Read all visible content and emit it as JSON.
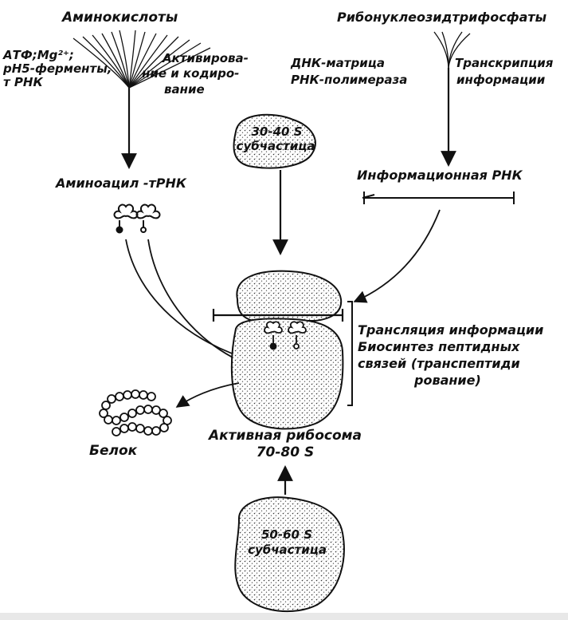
{
  "colors": {
    "ink": "#111111",
    "background": "#ffffff"
  },
  "labels": {
    "amino_acids": "Аминокислоты",
    "ribonucleoside_triphosphates": "Рибонуклеозидтрифосфаты",
    "atp_mg_line1": "АТФ;Mg²⁺;",
    "atp_mg_line2": "pH5-ферменты,",
    "atp_mg_line3": "т РНК",
    "activation_line1": "Активирова-",
    "activation_line2": "ние и кодиро-",
    "activation_line3": "вание",
    "dna_template": "ДНК-матрица",
    "rna_polymerase": "РНК-полимераза",
    "transcription_line1": "Транскрипция",
    "transcription_line2": "информации",
    "subparticle_30_40_line1": "30-40 S",
    "subparticle_30_40_line2": "субчастица",
    "aminoacyl_trna": "Аминоацил -тРНК",
    "messenger_rna": "Информационная РНК",
    "translation_line1": "Трансляция информации",
    "translation_line2": "Биосинтез пептидных",
    "translation_line3": "связей (транспептиди",
    "translation_line4": "рование)",
    "protein": "Белок",
    "active_ribosome_line1": "Активная рибосома",
    "active_ribosome_line2": "70-80 S",
    "subparticle_50_60_line1": "50-60 S",
    "subparticle_50_60_line2": "субчастица"
  }
}
